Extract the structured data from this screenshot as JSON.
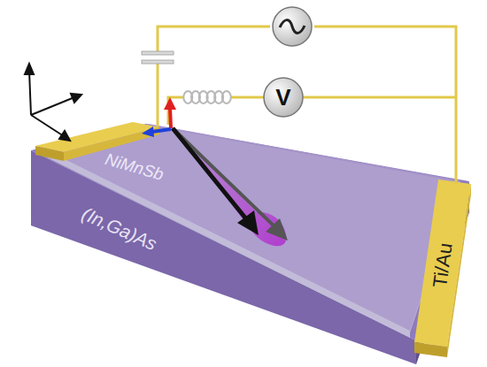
{
  "diagram": {
    "labels": [
      "NiMnSb",
      "(In,Ga)As",
      "Ti/Au",
      "V"
    ]
  }
}
